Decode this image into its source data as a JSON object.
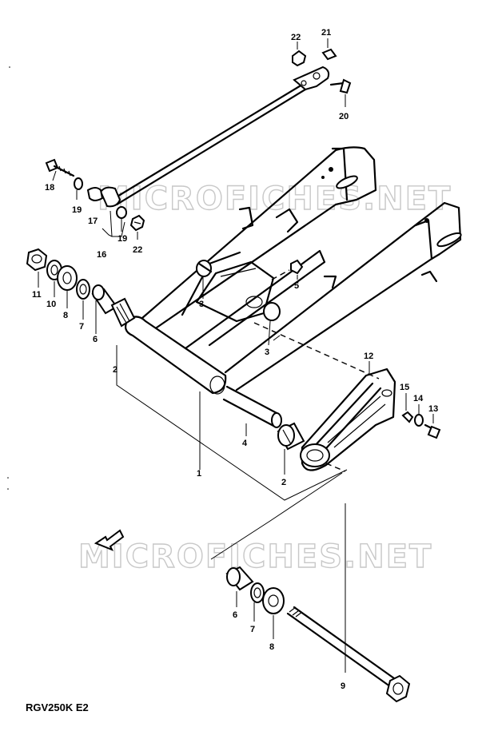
{
  "diagram": {
    "model_code": "RGV250K E2",
    "watermark_text": "MICROFICHES.NET",
    "part_labels": [
      "1",
      "2",
      "2",
      "3",
      "3",
      "4",
      "5",
      "6",
      "6",
      "7",
      "7",
      "8",
      "8",
      "9",
      "10",
      "11",
      "12",
      "13",
      "14",
      "15",
      "16",
      "17",
      "18",
      "19",
      "19",
      "20",
      "21",
      "22",
      "22"
    ]
  }
}
